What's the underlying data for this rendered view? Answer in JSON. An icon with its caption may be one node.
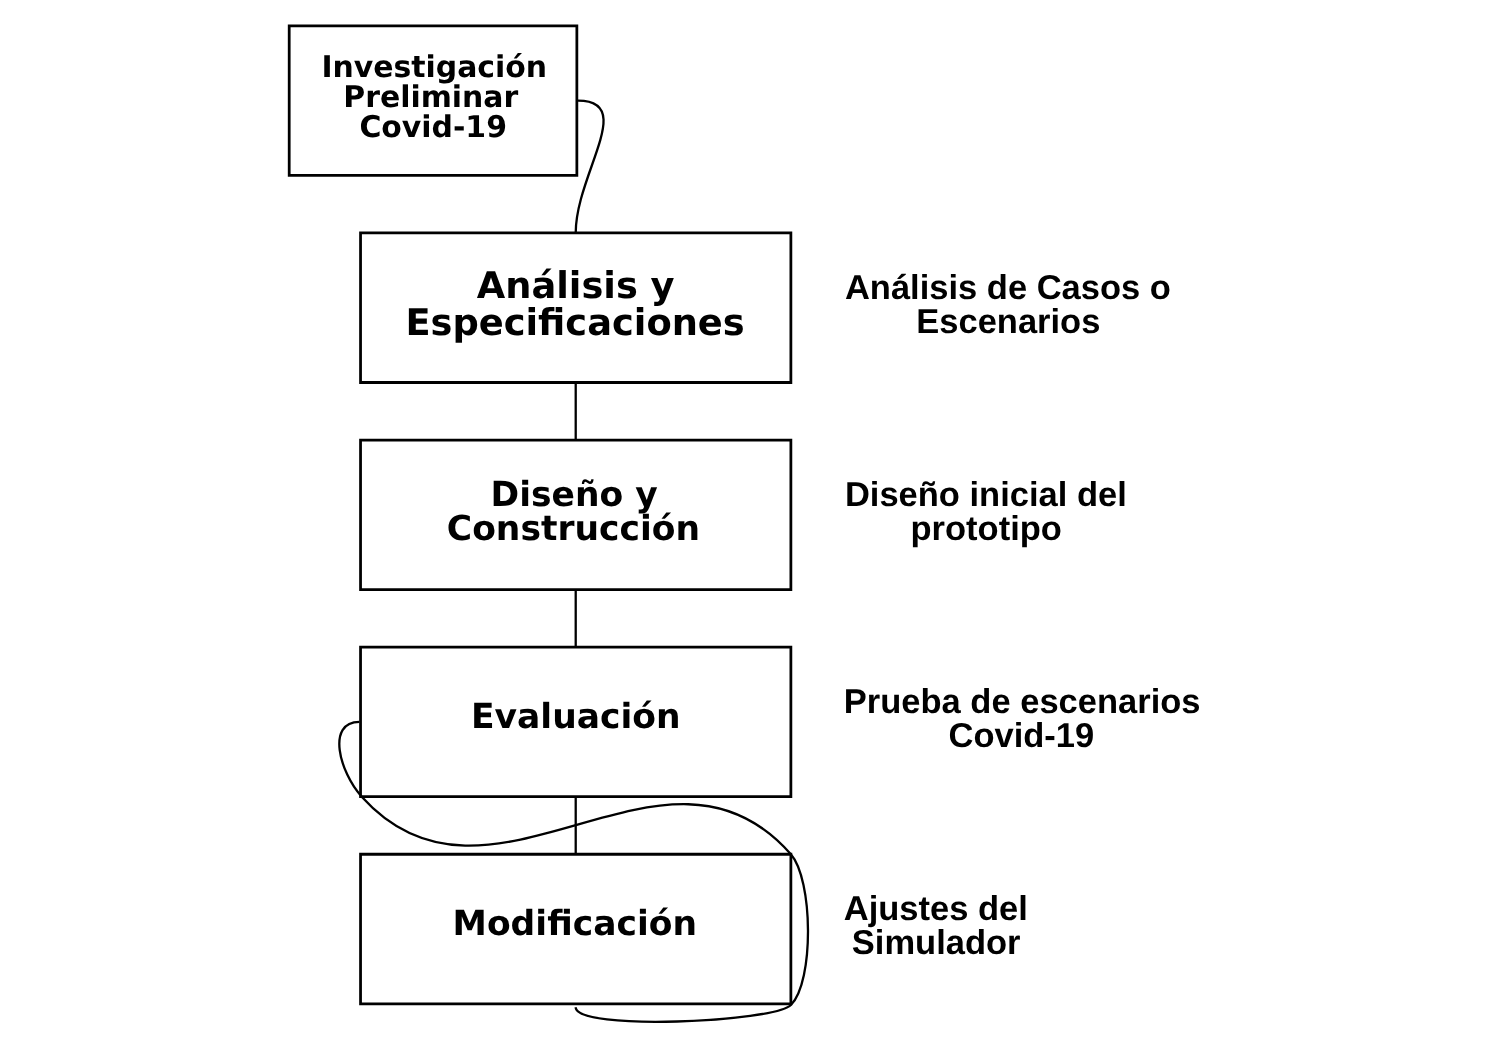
{
  "diagram": {
    "nodes": [
      {
        "text": [
          "Investigación Preliminar Covid-19"
        ]
      },
      {
        "text": [
          "Análisis y Especificaciones"
        ],
        "beside": [
          "Análisis de Casos o Escenarios"
        ]
      },
      {
        "text": [
          "Diseño y Construcción"
        ],
        "beside": [
          "Diseño inicial del prototipo"
        ]
      },
      {
        "text": [
          "Evaluación"
        ],
        "beside": [
          "Prueba de escenarios Covid-19"
        ]
      },
      {
        "text": [
          "Modificación"
        ],
        "beside": [
          "Ajustes del Simulador"
        ]
      }
    ],
    "edges": [
      {
        "from": 0,
        "to": 1,
        "arrow": "none"
      },
      {
        "from": 1,
        "to": 2,
        "arrow": "none"
      },
      {
        "from": 2,
        "to": 3,
        "arrow": "none"
      },
      {
        "from": 3,
        "to": 4,
        "arrow": "none"
      },
      {
        "from": 4,
        "to": 3,
        "arrow": "none"
      }
    ]
  }
}
